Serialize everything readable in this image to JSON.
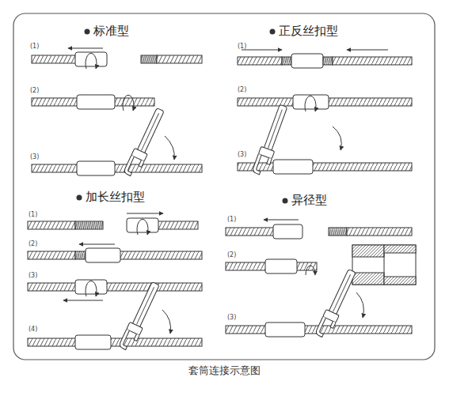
{
  "diagram": {
    "caption": "套筒连接示意图",
    "labels": [
      "标准型",
      "(1)",
      "(2)",
      "(3)",
      "正反丝扣型",
      "(1)",
      "(2)",
      "(3)",
      "加长丝扣型",
      "(1)",
      "(2)",
      "(3)",
      "(4)",
      "异径型",
      "(1)",
      "(2)",
      "(3)"
    ]
  }
}
